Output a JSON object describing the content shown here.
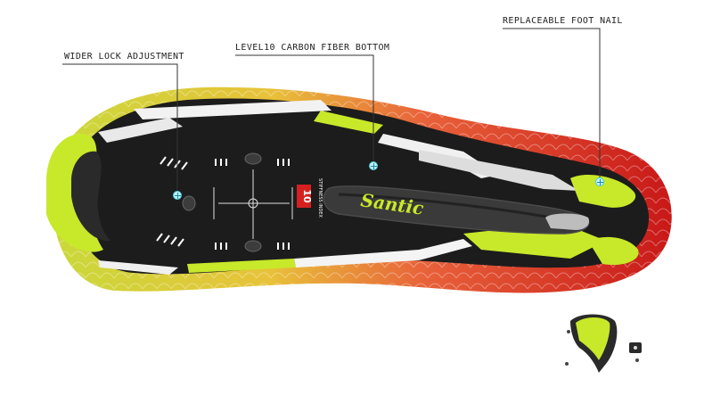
{
  "callouts": {
    "lock": "WIDER LOCK ADJUSTMENT",
    "carbon": "LEVEL10 CARBON FIBER BOTTOM",
    "nail": "REPLACEABLE FOOT NAIL"
  },
  "sole": {
    "stiffness_number": "10",
    "stiffness_label": "STIFFNESS INDEX",
    "brand": "Santic"
  },
  "colors": {
    "accent": "#c8e82a",
    "sole": "#1c1c1c",
    "upper_red": "#d81e1e",
    "marker": "#bff4ff"
  },
  "icons": [
    "crosshair-icon",
    "plus-marker-icon"
  ]
}
